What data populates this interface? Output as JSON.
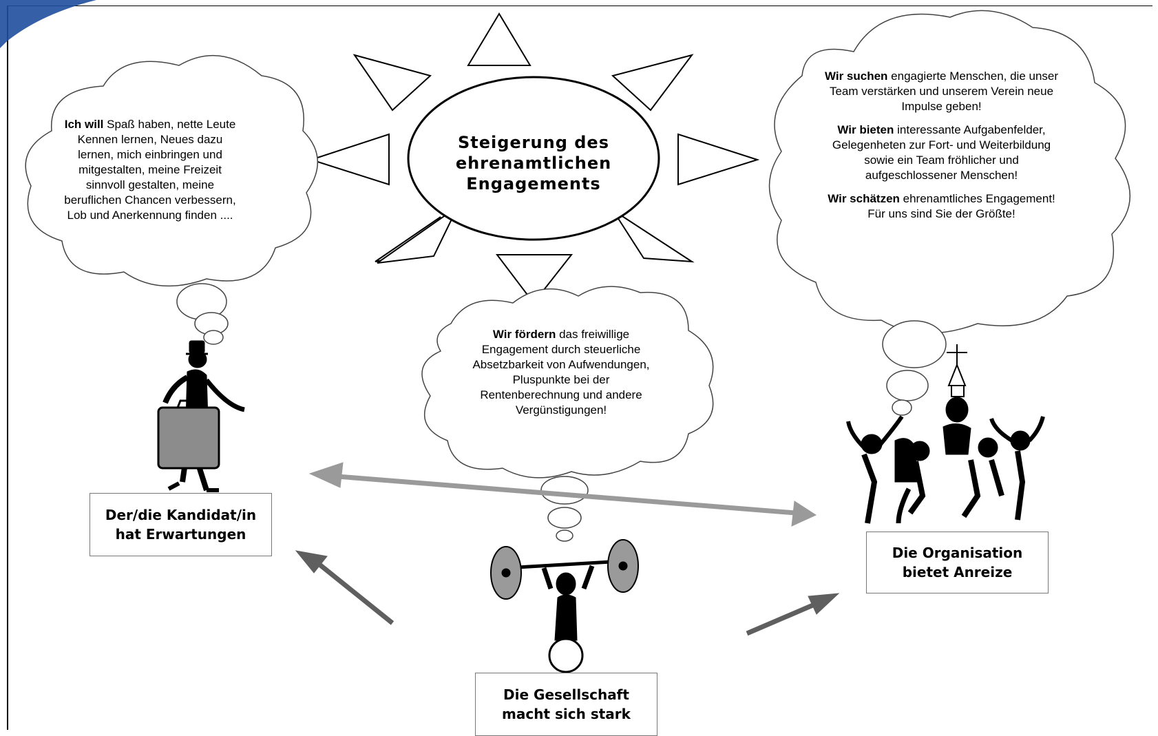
{
  "sun": {
    "title_lines": [
      "Steigerung des",
      "ehrenamtlichen",
      "Engagements"
    ]
  },
  "bubble_candidate": {
    "bold": "Ich will",
    "text": " Spaß haben, nette Leute Kennen lernen, Neues dazu lernen, mich einbringen und mitgestalten, meine Freizeit sinnvoll gestalten, meine beruflichen Chancen verbessern, Lob und Anerkennung finden ...."
  },
  "bubble_society": {
    "bold": "Wir fördern",
    "text": " das freiwillige Engagement durch steuerliche Absetzbarkeit von Aufwendungen, Pluspunkte bei der Rentenberechnung und andere Vergünstigungen!"
  },
  "bubble_organisation": {
    "p1_bold": "Wir suchen",
    "p1_text": " engagierte Menschen, die unser Team verstärken und unserem Verein neue Impulse geben!",
    "p2_bold": "Wir bieten",
    "p2_text": " interessante Aufgabenfelder, Gelegenheten zur Fort- und Weiterbildung sowie ein Team fröhlicher und aufgeschlossener Menschen!",
    "p3_bold": "Wir schätzen",
    "p3_text": " ehrenamtliches Engagement! Für uns sind Sie der Größte!"
  },
  "boxes": {
    "candidate": [
      "Der/die Kandidat/in",
      "hat Erwartungen"
    ],
    "organisation": [
      "Die Organisation",
      "bietet Anreize"
    ],
    "society": [
      "Die Gesellschaft",
      "macht sich stark"
    ]
  },
  "colors": {
    "arrow_light": "#9a9a9a",
    "arrow_dark": "#5f5f5f",
    "suitcase": "#8c8c8c",
    "weights": "#9a9a9a",
    "logo": "#1f4e9c"
  }
}
